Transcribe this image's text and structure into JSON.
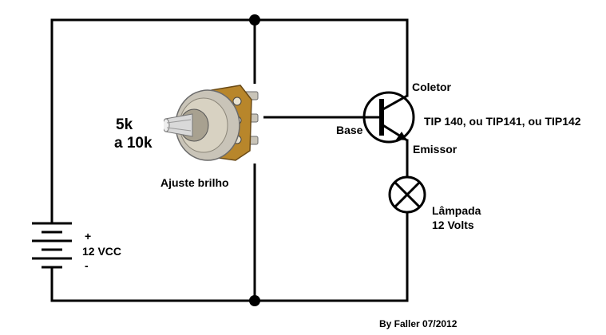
{
  "labels": {
    "resistance_line1": "5k",
    "resistance_line2": "a 10k",
    "pot_caption": "Ajuste brilho",
    "collector": "Coletor",
    "base": "Base",
    "transistor_models": "TIP 140, ou TIP141, ou TIP142",
    "emitter": "Emissor",
    "lamp_line1": "Lâmpada",
    "lamp_line2": "12 Volts",
    "battery_plus": "+",
    "battery_voltage": "12 VCC",
    "battery_minus": "-",
    "credit": "By Faller 07/2012"
  },
  "colors": {
    "wire": "#000000",
    "pot_body": "#b8862b",
    "pot_metal": "#c9c4b8",
    "pot_shaft": "#d9d9d9"
  }
}
